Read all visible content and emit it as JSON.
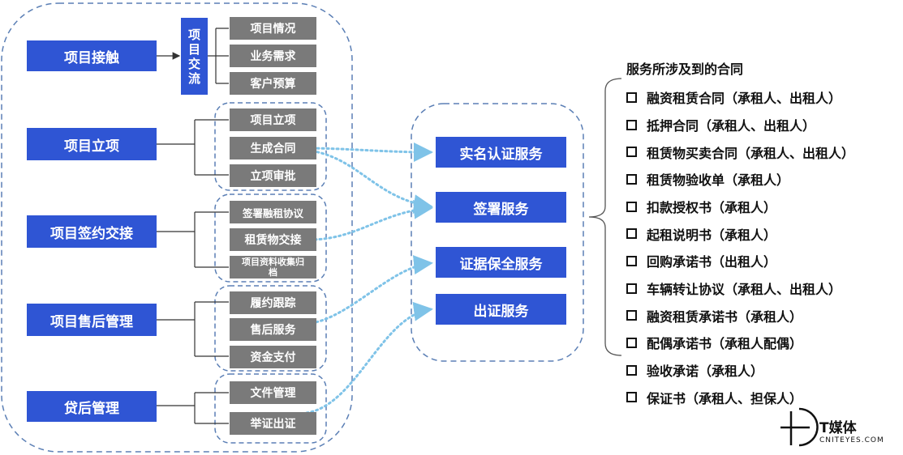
{
  "stages": [
    {
      "label": "项目接触"
    },
    {
      "label": "项目立项"
    },
    {
      "label": "项目签约交接"
    },
    {
      "label": "项目售后管理"
    },
    {
      "label": "贷后管理"
    }
  ],
  "exchange_label_chars": [
    "项",
    "目",
    "交",
    "流"
  ],
  "sub_items": {
    "contact": [
      "项目情况",
      "业务需求",
      "客户预算"
    ],
    "approval": [
      "项目立项",
      "生成合同",
      "立项审批"
    ],
    "signing": [
      "签署融租协议",
      "租赁物交接",
      "项目资料收集归档"
    ],
    "aftersales": [
      "履约跟踪",
      "售后服务",
      "资金支付"
    ],
    "postloan": [
      "文件管理",
      "举证出证"
    ]
  },
  "services": [
    "实名认证服务",
    "签署服务",
    "证据保全服务",
    "出证服务"
  ],
  "contracts": {
    "title": "服务所涉及到的合同",
    "items": [
      "融资租赁合同（承租人、出租人）",
      "抵押合同（承租人、出租人）",
      "租赁物买卖合同（承租人、出租人）",
      "租赁物验收单（承租人）",
      "扣款授权书（承租人）",
      "起租说明书（承租人）",
      "回购承诺书（出租人）",
      "车辆转让协议（承租人、出租人）",
      "融资租赁承诺书（承租人）",
      "配偶承诺书（承租人配偶）",
      "验收承诺（承租人）",
      "保证书（承租人、担保人）"
    ]
  },
  "logo": {
    "name": "T媒体",
    "site": "CNITEYES.COM"
  },
  "colors": {
    "primary_blue": "#2f55d4",
    "sub_gray": "#7a7a7a",
    "dashed_outline": "#5b7fb5",
    "dotted_arrow": "#7fc3e8"
  }
}
